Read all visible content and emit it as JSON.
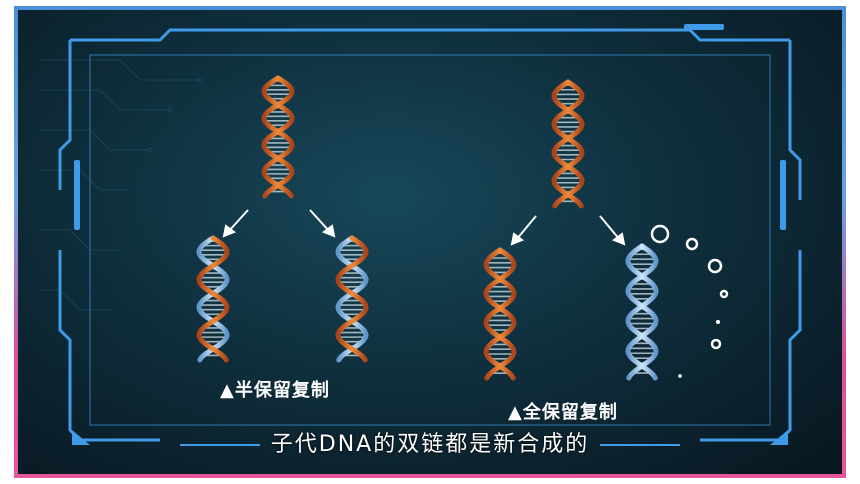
{
  "labels": {
    "semi_conservative": "▲半保留复制",
    "conservative": "▲全保留复制"
  },
  "subtitle": "子代DNA的双链都是新合成的",
  "colors": {
    "frame_blue": "#3f9be8",
    "orange_strand": "#d9702a",
    "blue_strand": "#8fc4ef",
    "bg_dark": "#0f2f3d",
    "border_top": "#4a8fd8",
    "border_bottom": "#e8559c"
  },
  "icons": [
    "arrow-icon",
    "dna-helix-icon",
    "bubble-icon"
  ]
}
